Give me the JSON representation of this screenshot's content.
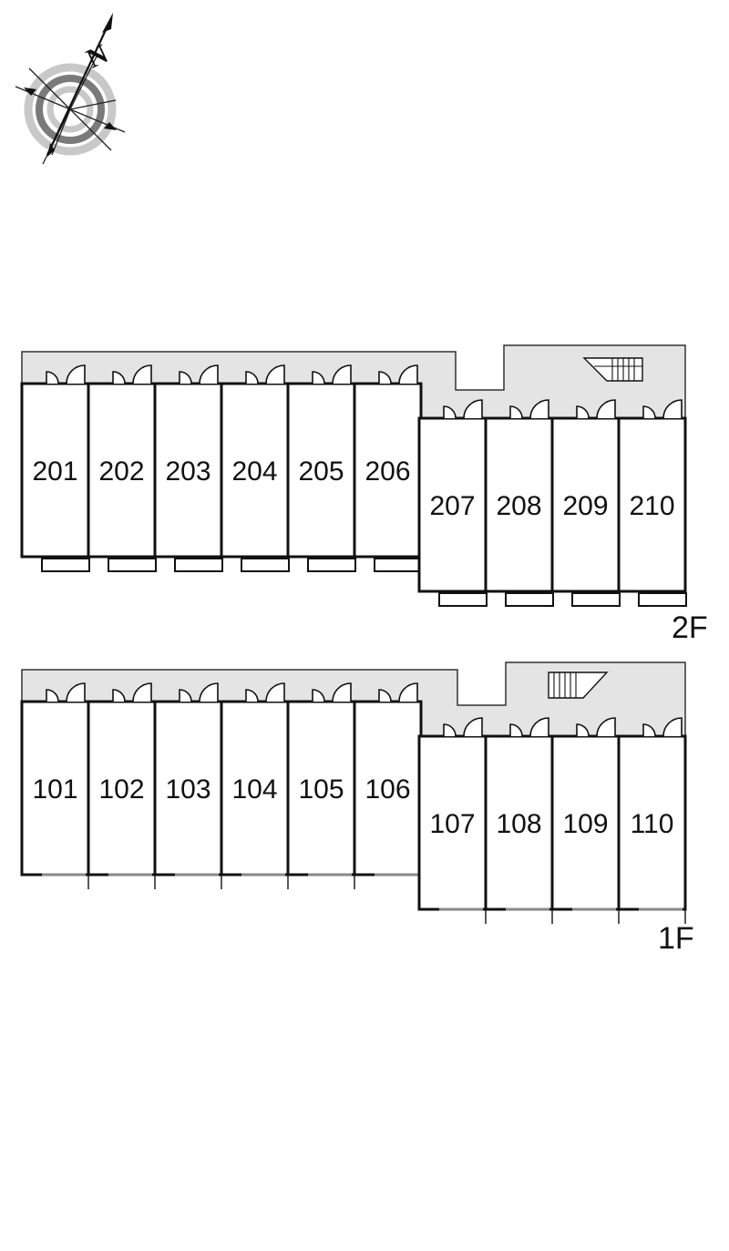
{
  "compass": {
    "icon": "compass-rose-icon",
    "north_letter": "N"
  },
  "floors": [
    {
      "label": "2F",
      "units": [
        "201",
        "202",
        "203",
        "204",
        "205",
        "206",
        "207",
        "208",
        "209",
        "210"
      ]
    },
    {
      "label": "1F",
      "units": [
        "101",
        "102",
        "103",
        "104",
        "105",
        "106",
        "107",
        "108",
        "109",
        "110"
      ]
    }
  ],
  "colors": {
    "corridor": "#e4e4e4",
    "wall": "#111111",
    "background": "#ffffff"
  }
}
